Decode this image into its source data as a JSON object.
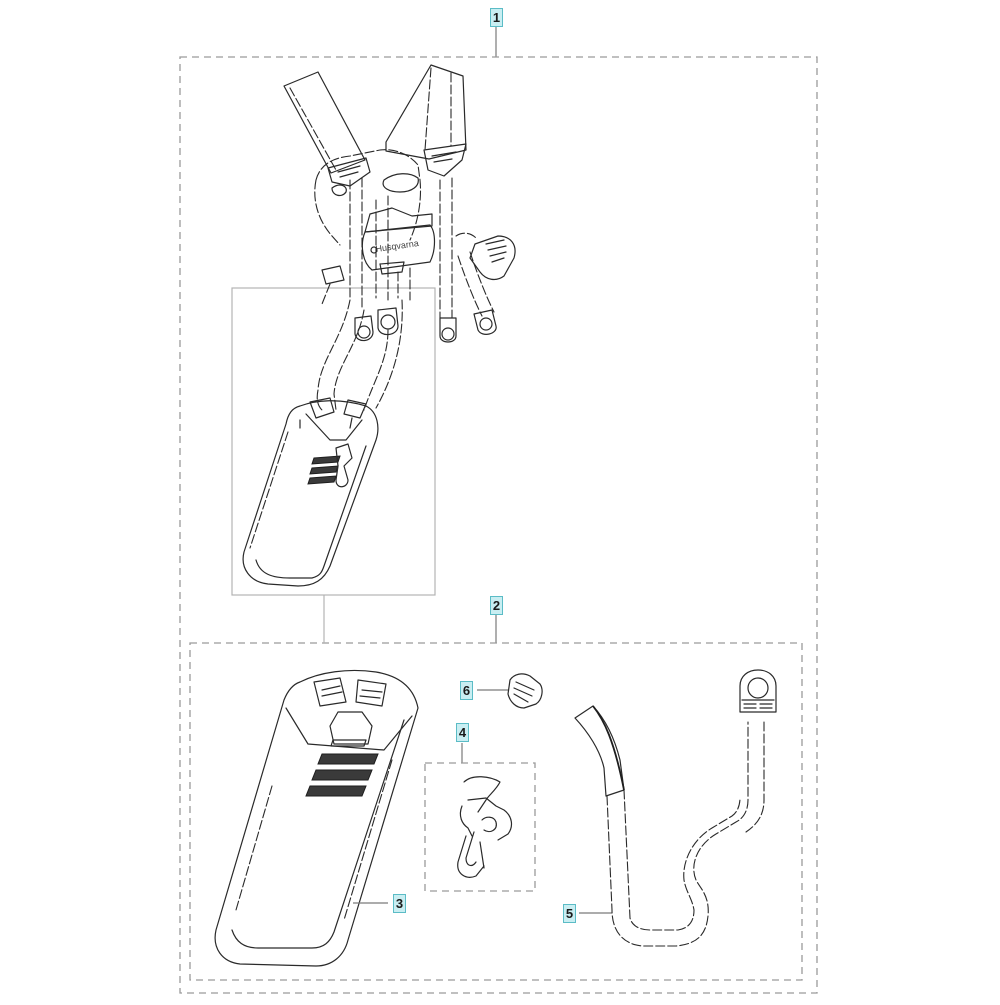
{
  "diagram": {
    "type": "exploded-parts-view",
    "subject": "Shoulder harness assembly",
    "brand_mark": "Husqvarna",
    "colors": {
      "callout_fill": "#c9eef2",
      "callout_border": "#5bbcc6",
      "line_art": "#2a2a2a",
      "frame": "#9a9a9a"
    },
    "callouts": [
      {
        "id": "1",
        "label": "1",
        "refers_to": "complete harness assembly (outer dashed frame)"
      },
      {
        "id": "2",
        "label": "2",
        "refers_to": "hip pad kit (inner dashed frame)"
      },
      {
        "id": "3",
        "label": "3",
        "refers_to": "hip pad"
      },
      {
        "id": "4",
        "label": "4",
        "refers_to": "hook / snap clip"
      },
      {
        "id": "5",
        "label": "5",
        "refers_to": "hip strap"
      },
      {
        "id": "6",
        "label": "6",
        "refers_to": "strap buckle / slider"
      }
    ]
  }
}
